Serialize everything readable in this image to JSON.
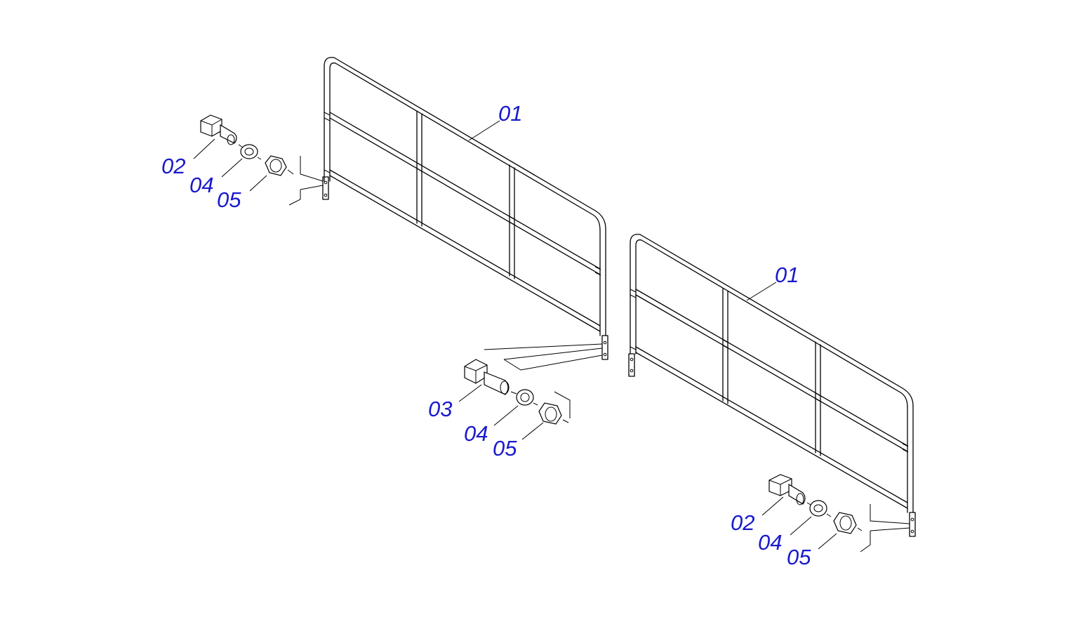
{
  "diagram": {
    "accent_color": "#1a1acc",
    "line_color": "#000000",
    "background": "#ffffff",
    "callouts": [
      {
        "id": "c01a",
        "text": "01"
      },
      {
        "id": "c02a",
        "text": "02"
      },
      {
        "id": "c04a",
        "text": "04"
      },
      {
        "id": "c05a",
        "text": "05"
      },
      {
        "id": "c03b",
        "text": "03"
      },
      {
        "id": "c04b",
        "text": "04"
      },
      {
        "id": "c05b",
        "text": "05"
      },
      {
        "id": "c01c",
        "text": "01"
      },
      {
        "id": "c02c",
        "text": "02"
      },
      {
        "id": "c04c",
        "text": "04"
      },
      {
        "id": "c05c",
        "text": "05"
      }
    ]
  }
}
